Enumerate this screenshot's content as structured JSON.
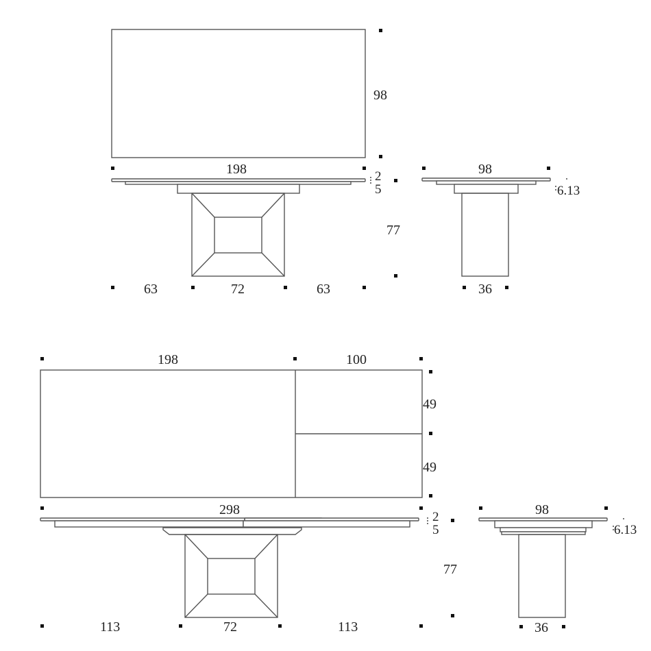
{
  "drawing": {
    "unit": "cm",
    "views": {
      "closed_top": {
        "width_label": "198",
        "depth_label": "98"
      },
      "closed_front": {
        "width_label": "198",
        "top_thickness_label": "2",
        "apron_height_label": "5",
        "height_label": "77",
        "left_offset_label": "63",
        "base_width_label": "72",
        "right_offset_label": "63"
      },
      "closed_side": {
        "width_label": "98",
        "thickness_label": "6.13",
        "base_depth_label": "36"
      },
      "extended_top": {
        "main_width_label": "198",
        "extension_width_label": "100",
        "extension_depth_upper_label": "49",
        "extension_depth_lower_label": "49",
        "total_width_label": "298"
      },
      "extended_front": {
        "width_label": "298",
        "top_thickness_label": "2",
        "apron_height_label": "5",
        "height_label": "77",
        "left_offset_label": "113",
        "base_width_label": "72",
        "right_offset_label": "113"
      },
      "extended_side": {
        "width_label": "98",
        "thickness_label": "6.13",
        "base_depth_label": "36"
      }
    },
    "colors": {
      "line": "#555555",
      "marker": "#111111",
      "text": "#222222",
      "background": "#ffffff"
    }
  }
}
